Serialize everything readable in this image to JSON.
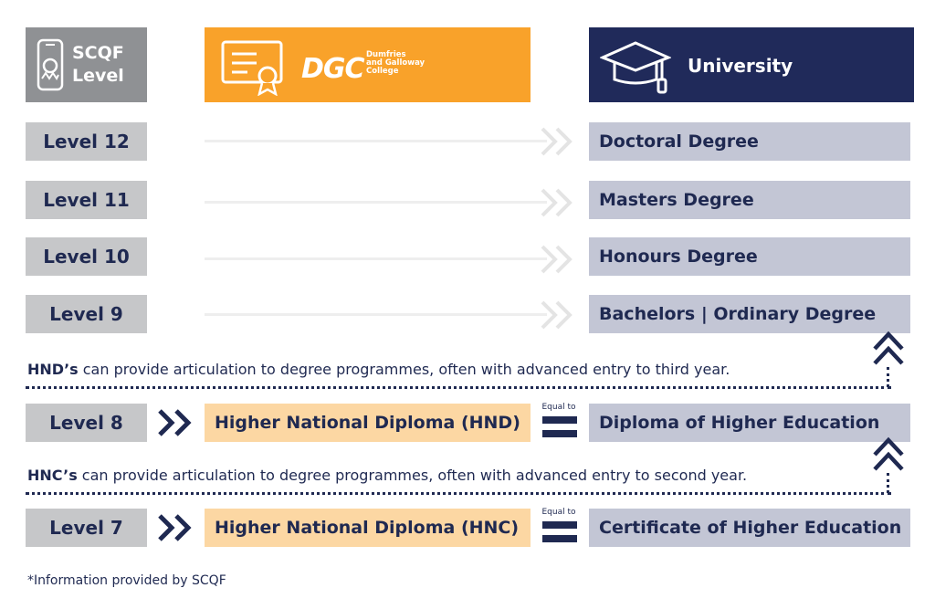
{
  "header": {
    "scqf_line1": "SCQF",
    "scqf_line2": "Level",
    "dgc_logo": "DGC",
    "dgc_name_line1": "Dumfries",
    "dgc_name_line2": "and Galloway",
    "dgc_name_line3": "College",
    "university": "University"
  },
  "rows": [
    {
      "level": "Level 12",
      "degree": "Doctoral Degree"
    },
    {
      "level": "Level 11",
      "degree": "Masters Degree"
    },
    {
      "level": "Level 10",
      "degree": "Honours Degree"
    },
    {
      "level": "Level 9",
      "degree": "Bachelors | Ordinary Degree"
    }
  ],
  "hnd_note": {
    "bold": "HND’s",
    "rest": " can provide articulation to degree programmes, often with advanced entry to third year."
  },
  "level8": {
    "level": "Level 8",
    "qualification": "Higher National Diploma (HND)",
    "equal_label": "Equal to",
    "degree": "Diploma of Higher Education"
  },
  "hnc_note": {
    "bold": "HNC’s",
    "rest": " can provide articulation to degree programmes, often with advanced entry to second year."
  },
  "level7": {
    "level": "Level 7",
    "qualification": "Higher National Diploma (HNC)",
    "equal_label": "Equal to",
    "degree": "Certificate of Higher Education"
  },
  "footer": "*Information provided by SCQF",
  "colors": {
    "navy": "#202a5a",
    "orange": "#f9a22a",
    "light_orange": "#fcd7a3",
    "grey": "#8f9194",
    "light_grey": "#c6c7c9",
    "lavender": "#c3c6d5"
  }
}
